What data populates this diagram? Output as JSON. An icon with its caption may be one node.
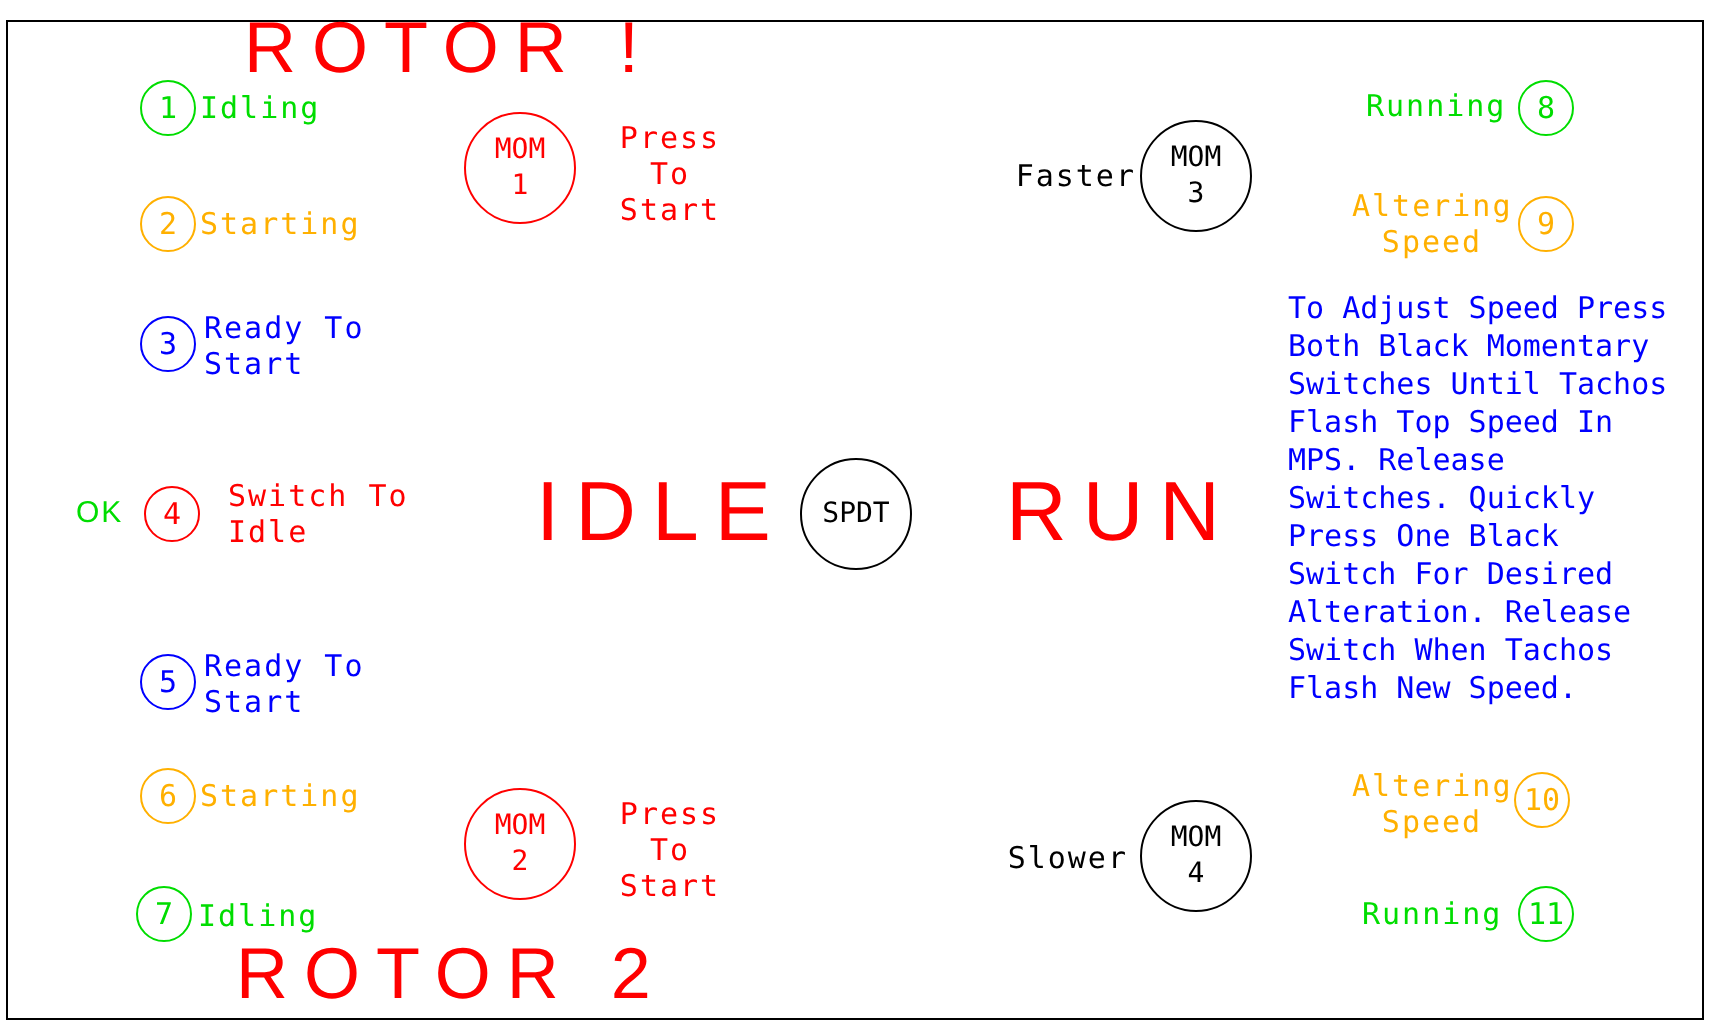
{
  "diagram": {
    "nodes": [
      {
        "text": [
          "1"
        ],
        "beside": [
          "Idling"
        ]
      },
      {
        "text": [
          "MOM 1"
        ],
        "beside": [
          "Press To Start"
        ]
      },
      {
        "text": [
          "MOM 3"
        ],
        "beside": [
          "Faster"
        ]
      },
      {
        "text": [
          "8"
        ],
        "beside": [
          "Running"
        ]
      },
      {
        "text": [
          "2"
        ],
        "beside": [
          "Starting"
        ]
      },
      {
        "text": [
          "9"
        ],
        "beside": [
          "Altering Speed"
        ]
      },
      {
        "text": [
          "3"
        ],
        "beside": [
          "Ready To Start"
        ]
      },
      {
        "text": [
          "4"
        ],
        "beside": [
          "Switch To Idle"
        ]
      },
      {
        "text": [
          "SPDT"
        ]
      },
      {
        "text": [
          "5"
        ],
        "beside": [
          "Ready To Start"
        ]
      },
      {
        "text": [
          "6"
        ],
        "beside": [
          "Starting"
        ]
      },
      {
        "text": [
          "MOM 2"
        ],
        "beside": [
          "Press To Start"
        ]
      },
      {
        "text": [
          "10"
        ],
        "beside": [
          "Altering Speed"
        ]
      },
      {
        "text": [
          "MOM 4"
        ],
        "beside": [
          "Slower"
        ]
      },
      {
        "text": [
          "7"
        ],
        "beside": [
          "Idling"
        ]
      },
      {
        "text": [
          "11"
        ],
        "beside": [
          "Running"
        ]
      }
    ],
    "edges": [],
    "labels": [
      "ROTOR !",
      "OK",
      "IDLE",
      "RUN",
      "To Adjust Speed Press Both Black Momentary Switches Until Tachos Flash Top Speed In MPS. Release Switches. Quickly Press One Black Switch For Desired Alteration. Release Switch When Tachos Flash New Speed.",
      "ROTOR 2"
    ]
  }
}
